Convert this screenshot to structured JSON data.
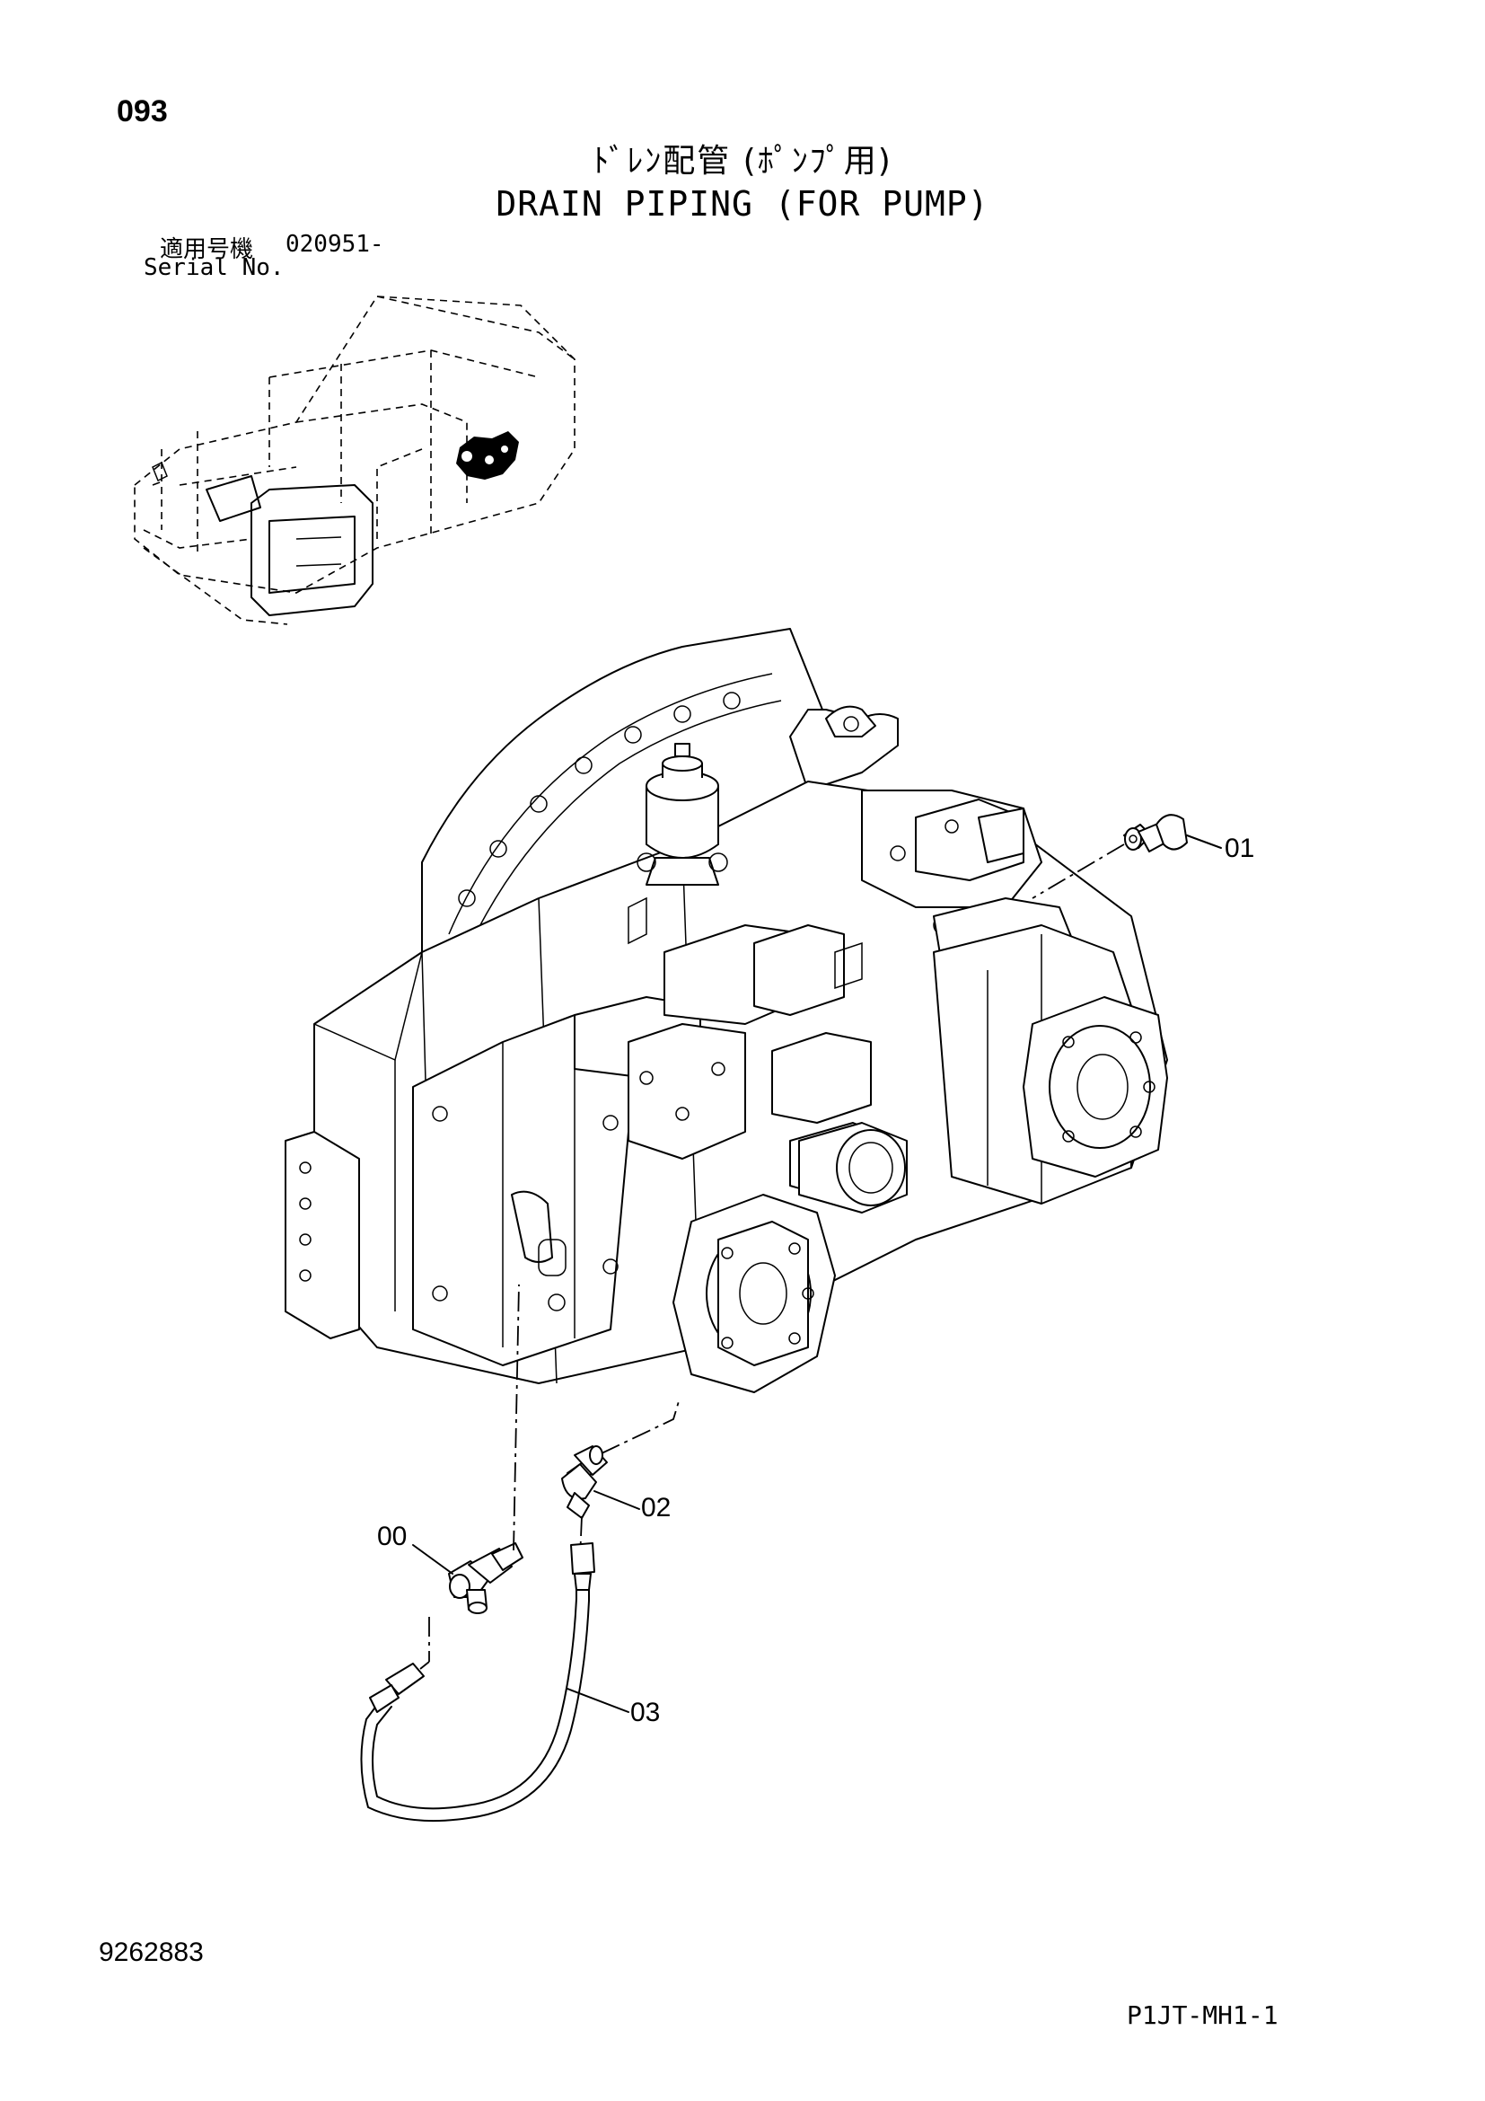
{
  "page_number": "093",
  "title_jp": "ﾄﾞﾚﾝ配管 (ﾎﾟﾝﾌﾟ用)",
  "title_en": "DRAIN PIPING (FOR PUMP)",
  "serial": {
    "label_jp": "適用号機",
    "value": "020951-",
    "label_en": "Serial No."
  },
  "parts": [
    {
      "id": "00"
    },
    {
      "id": "01"
    },
    {
      "id": "02"
    },
    {
      "id": "03"
    }
  ],
  "doc_number": "9262883",
  "sheet_code": "P1JT-MH1-1"
}
